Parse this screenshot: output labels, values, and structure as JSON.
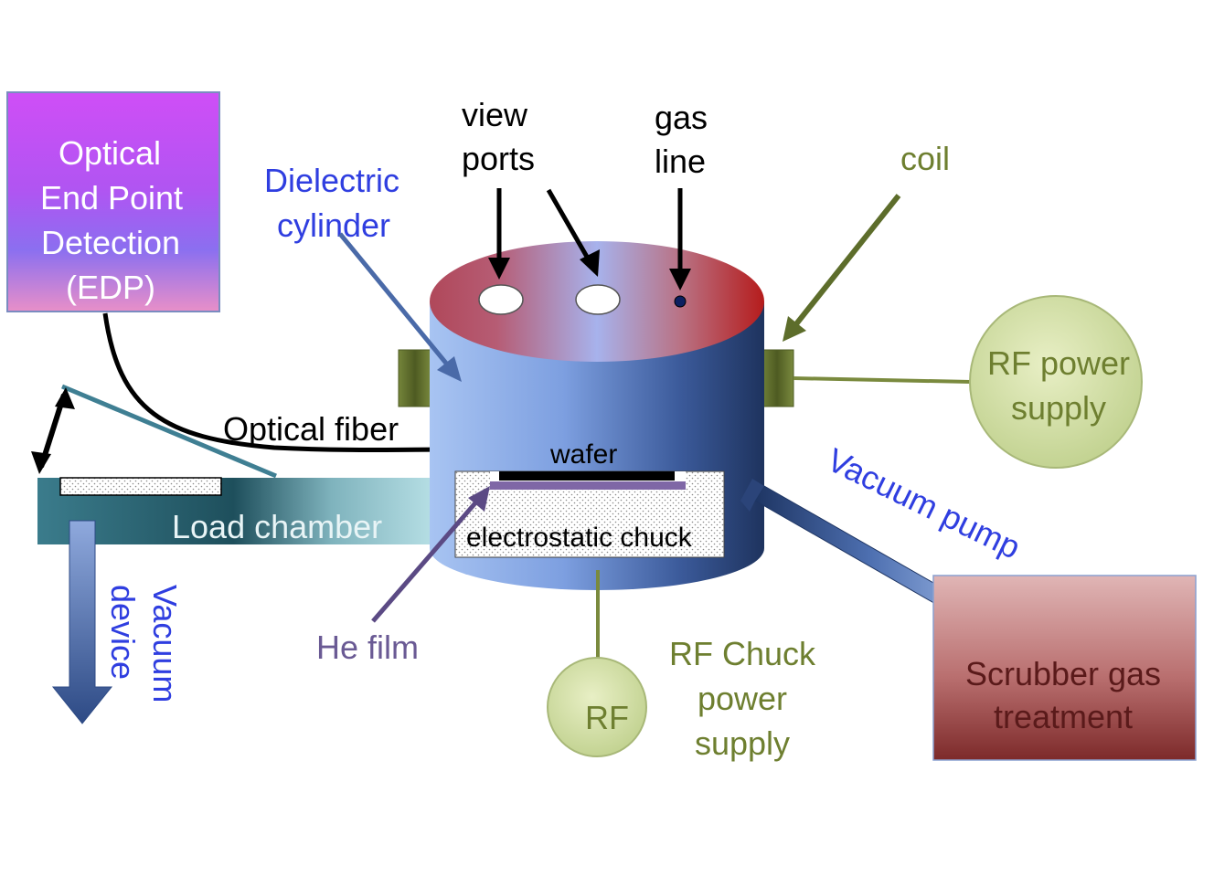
{
  "labels": {
    "edp": [
      "Optical",
      "End Point",
      "Detection",
      "(EDP)"
    ],
    "view_ports": [
      "view",
      "ports"
    ],
    "gas_line": [
      "gas",
      "line"
    ],
    "coil": "coil",
    "dielectric_cylinder": [
      "Dielectric",
      "cylinder"
    ],
    "rf_power_supply": [
      "RF power",
      "supply"
    ],
    "optical_fiber": "Optical fiber",
    "wafer": "wafer",
    "electrostatic_chuck": "electrostatic chuck",
    "vacuum_pump": "Vacuum pump",
    "load_chamber": "Load chamber",
    "vacuum_device": [
      "Vacuum",
      "device"
    ],
    "he_film": "He film",
    "rf": "RF",
    "rf_chuck_power_supply": [
      "RF Chuck",
      "power",
      "supply"
    ],
    "scrubber": [
      "Scrubber gas",
      "treatment"
    ]
  },
  "colors": {
    "black_label": "#000000",
    "blue_label": "#2f3ee0",
    "olive_label": "#6e7f30",
    "purple_label": "#6a5a94",
    "dark_red_label": "#5a1a1a",
    "white_label": "#ffffff"
  }
}
